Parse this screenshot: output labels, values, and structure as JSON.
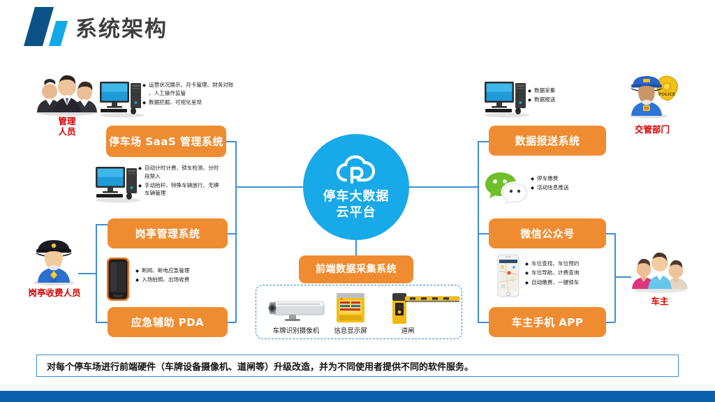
{
  "header": {
    "title": "系统架构",
    "logo_name": "company-logo",
    "logo_dark": "#0B5286",
    "logo_light": "#14A8E8"
  },
  "theme": {
    "orange": "#EF8C32",
    "blue_line": "#3F8FD0",
    "cloud_blue": "#17A9E8",
    "role_red": "#D40000",
    "footer_blue": "#0B60AC"
  },
  "center": {
    "label_line1": "停车大数据",
    "label_line2": "云平台",
    "icon": "cloud-parking-icon"
  },
  "left": {
    "admin_role": {
      "line1": "管理",
      "line2": "人员",
      "icon": "admin-people-icon"
    },
    "booth_role": {
      "line1": "岗亭收费人员",
      "icon": "guard-officer-icon"
    },
    "boxes": [
      {
        "id": "saas",
        "label": "停车场 SaaS 管理系统"
      },
      {
        "id": "booth",
        "label": "岗亭管理系统"
      },
      {
        "id": "pda",
        "label": "应急辅助 PDA"
      }
    ],
    "bullets_saas_top": [
      "运营状况展示、月卡管理、财务对账\n、人工操作监管",
      "数据挖掘、可视化呈现"
    ],
    "bullets_saas_bottom": [
      "自动计时计费、锁车检测、分时\n段禁入",
      "手动抬杆、特殊车辆放行、无牌\n车辆管理"
    ],
    "bullets_booth": [
      "断网、断电应急管理",
      "入场拍照、出场收费"
    ],
    "icon_desktop_top": "desktop-computer-icon",
    "icon_desktop_bottom": "desktop-computer-icon",
    "icon_pda": "rugged-pda-icon"
  },
  "right": {
    "traffic_role": {
      "line1": "交管部门",
      "icon": "police-officer-icon"
    },
    "owner_role": {
      "line1": "车主",
      "icon": "car-owners-icon"
    },
    "boxes": [
      {
        "id": "report",
        "label": "数据报送系统"
      },
      {
        "id": "wechat",
        "label": "微信公众号"
      },
      {
        "id": "app",
        "label": "车主手机 APP"
      }
    ],
    "bullets_report": [
      "数据采集",
      "数据报送"
    ],
    "bullets_wechat": [
      "停车缴费",
      "活动信息推送"
    ],
    "bullets_app": [
      "车位查找、车位预约",
      "车位导航、计费查询",
      "自动缴费、一键锁车"
    ],
    "icon_desktop": "desktop-computer-icon",
    "icon_wechat": "wechat-icon",
    "icon_phone": "smartphone-map-icon"
  },
  "bottom_center": {
    "box_label": "前端数据采集系统",
    "devices": [
      {
        "caption": "车牌识别摄像机",
        "icon": "anpr-camera-icon"
      },
      {
        "caption": "信息显示屏",
        "icon": "info-display-screen-icon"
      },
      {
        "caption": "道闸",
        "icon": "barrier-gate-icon"
      }
    ]
  },
  "banner": {
    "text": "对每个停车场进行前端硬件（车牌设备摄像机、道闸等）升级改造，并为不同使用者提供不同的软件服务。"
  },
  "footer": {
    "watermark": ""
  }
}
